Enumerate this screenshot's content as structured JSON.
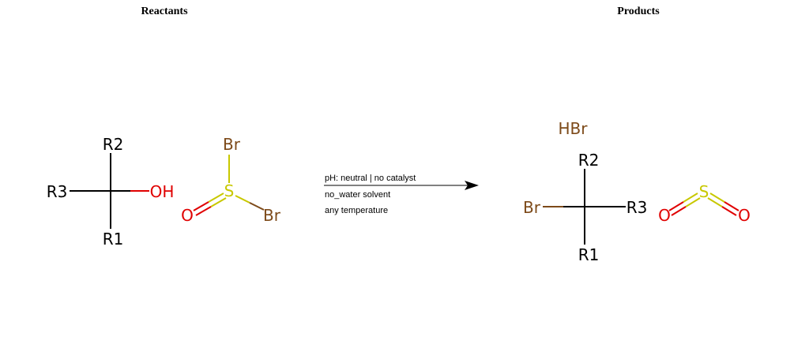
{
  "headings": {
    "reactants": "Reactants",
    "products": "Products"
  },
  "colors": {
    "bond": "#000000",
    "oxygen": "#e00000",
    "sulfur": "#c8c800",
    "bromine": "#7d4a19"
  },
  "reactants": {
    "alcohol": {
      "r1": "R1",
      "r2": "R2",
      "r3": "R3",
      "hydroxyl": "OH"
    },
    "thionyl_bromide": {
      "sulfur": "S",
      "oxygen": "O",
      "bromine_top": "Br",
      "bromine_right": "Br"
    }
  },
  "conditions": {
    "line1": "pH: neutral | no catalyst",
    "line2": "no_water solvent",
    "line3": "any temperature"
  },
  "products": {
    "hydrogen_bromide": "HBr",
    "alkyl_bromide": {
      "r1": "R1",
      "r2": "R2",
      "r3": "R3",
      "bromine": "Br"
    },
    "sulfur_dioxide": {
      "sulfur": "S",
      "oxygen_left": "O",
      "oxygen_right": "O"
    }
  }
}
